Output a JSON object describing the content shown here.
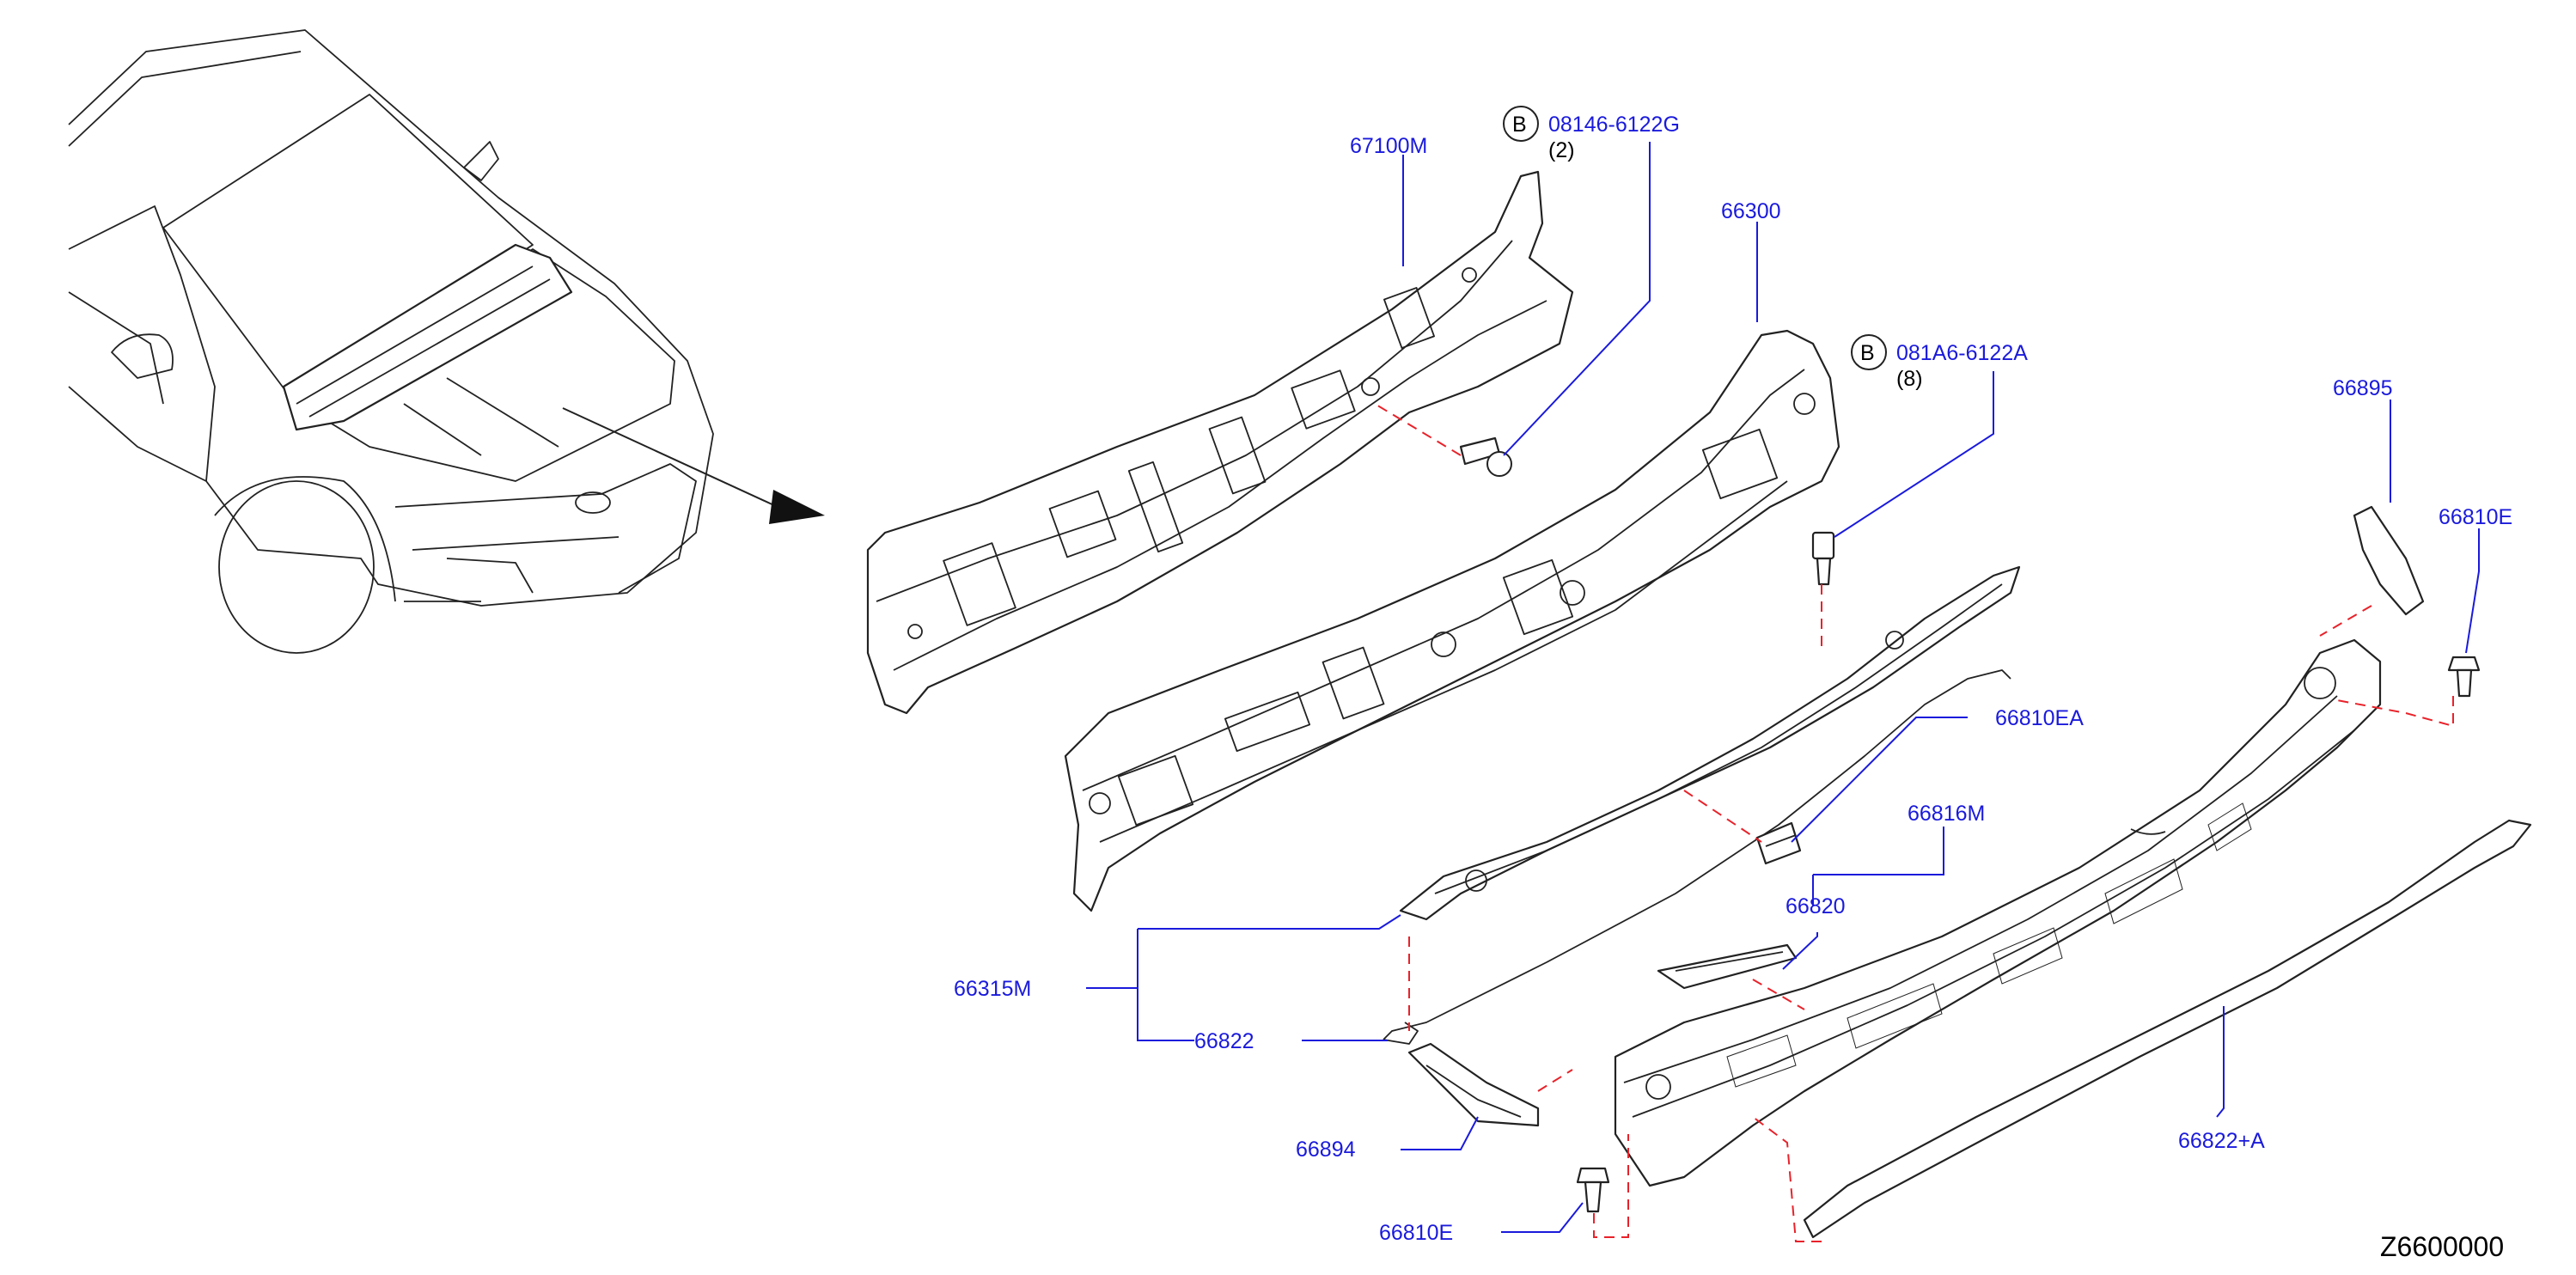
{
  "diagram_code": "Z6600000",
  "bolt_prefix": "B",
  "parts": [
    {
      "id": "67100M",
      "label": "67100M"
    },
    {
      "id": "08146-6122G",
      "label": "08146-6122G",
      "qty": "(2)"
    },
    {
      "id": "66300",
      "label": "66300"
    },
    {
      "id": "081A6-6122A",
      "label": "081A6-6122A",
      "qty": "(8)"
    },
    {
      "id": "66895",
      "label": "66895"
    },
    {
      "id": "66810E-right",
      "label": "66810E"
    },
    {
      "id": "66810EA",
      "label": "66810EA"
    },
    {
      "id": "66816M",
      "label": "66816M"
    },
    {
      "id": "66820",
      "label": "66820"
    },
    {
      "id": "66315M",
      "label": "66315M"
    },
    {
      "id": "66822",
      "label": "66822"
    },
    {
      "id": "66894",
      "label": "66894"
    },
    {
      "id": "66822+A",
      "label": "66822+A"
    },
    {
      "id": "66810E-bottom",
      "label": "66810E"
    }
  ],
  "colors": {
    "label": "#1a1adc",
    "hidden_line": "#e8222a",
    "outline": "#222222"
  }
}
